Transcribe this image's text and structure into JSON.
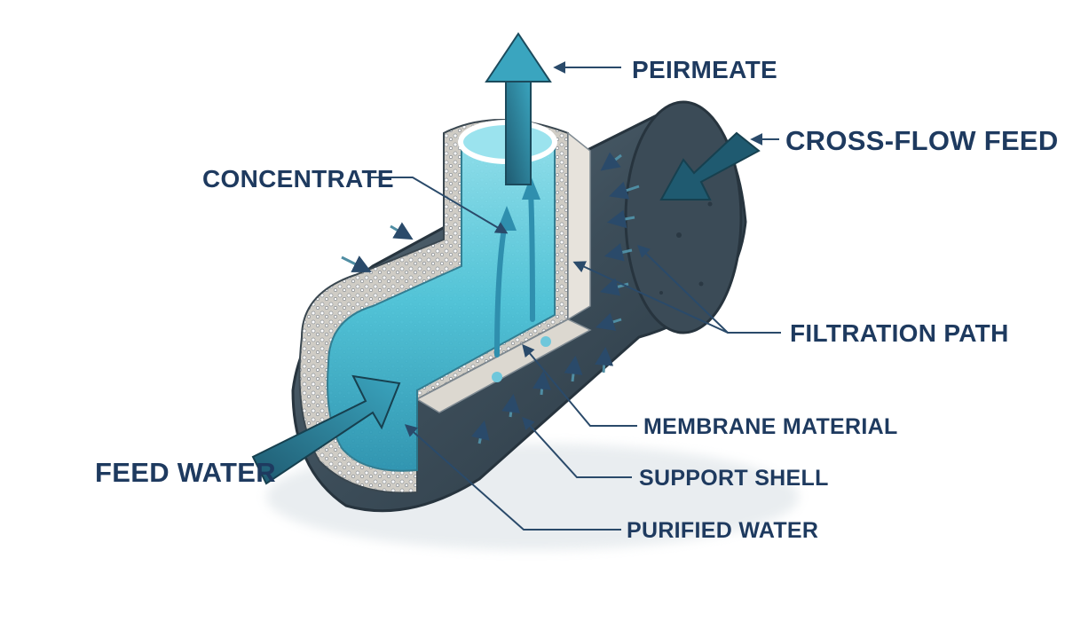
{
  "labels": {
    "permeate": "PEIRMEATE",
    "cross_flow_feed": "CROSS-FLOW FEED",
    "concentrate": "CONCENTRATE",
    "filtration_path": "FILTRATION PATH",
    "membrane_material": "MEMBRANE MATERIAL",
    "feed_water": "FEED WATER",
    "support_shell": "SUPPORT SHELL",
    "purified_water": "PURIFIED WATER"
  },
  "colors": {
    "label_text": "#1e3a5f",
    "water_flow": "#3fb6cf",
    "outer_shell": "#3d4f5c",
    "membrane": "#d8d4cc"
  },
  "icons": [
    "arrow-up-icon",
    "arrow-diagonal-icon",
    "arrow-left-icon"
  ]
}
